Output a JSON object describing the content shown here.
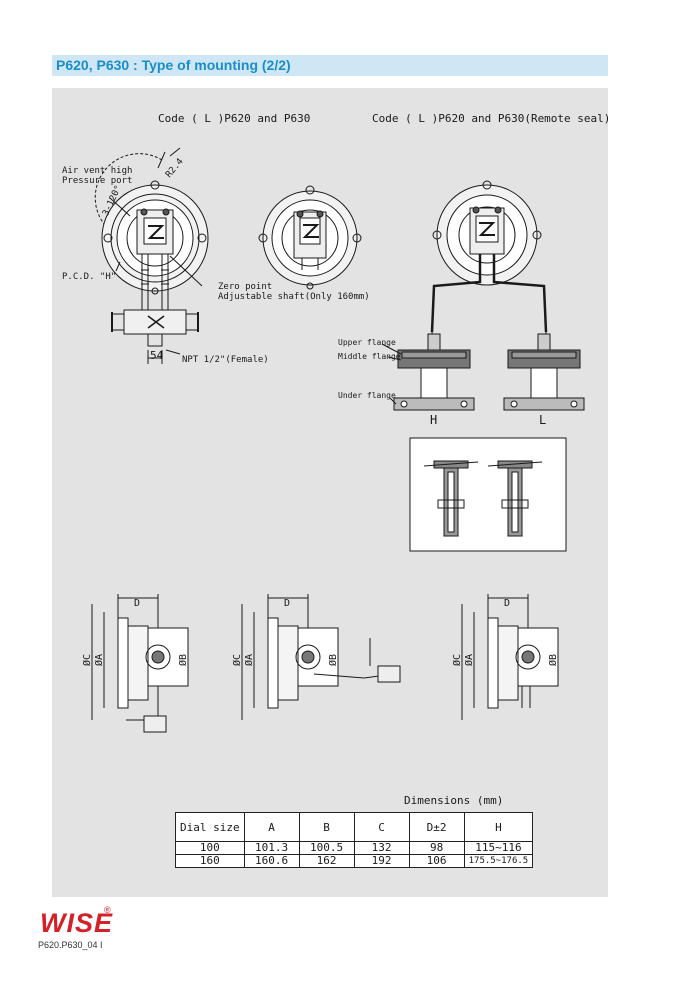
{
  "header": {
    "title": "P620, P630 : Type of mounting (2/2)"
  },
  "drawing": {
    "code_left": "Code ( L )P620 and P630",
    "code_right": "Code ( L )P620 and P630(Remote seal)",
    "air_vent": "Air vent high",
    "pressure_port": "Pressure port",
    "angle": "3-120°",
    "radius": "R2.4",
    "pcd": "P.C.D. \"H\"",
    "zero_point": "Zero point",
    "adjustable_shaft": "Adjustable shaft(Only 160mm)",
    "dim_54": "54",
    "npt": "NPT 1/2\"(Female)",
    "upper_flange": "Upper flange",
    "middle_flange": "Middle flange",
    "under_flange": "Under flange",
    "label_h": "H",
    "label_l": "L",
    "d_label": "D",
    "phi_c": "ØC",
    "phi_a": "ØA",
    "phi_b": "ØB"
  },
  "dimensions": {
    "caption": "Dimensions (mm)",
    "headers": [
      "Dial size",
      "A",
      "B",
      "C",
      "D±2",
      "H"
    ],
    "rows": [
      [
        "100",
        "101.3",
        "100.5",
        "132",
        "98",
        "115~116"
      ],
      [
        "160",
        "160.6",
        "162",
        "192",
        "106",
        "175.5~176.5"
      ]
    ]
  },
  "footer": {
    "brand": "WISE",
    "registered": "®",
    "doc_id": "P620.P630_04 I"
  },
  "colors": {
    "title_text": "#1b8ec9",
    "title_bg": "#cfe7f4",
    "panel_bg": "#e3e3e3",
    "logo": "#d42027"
  }
}
